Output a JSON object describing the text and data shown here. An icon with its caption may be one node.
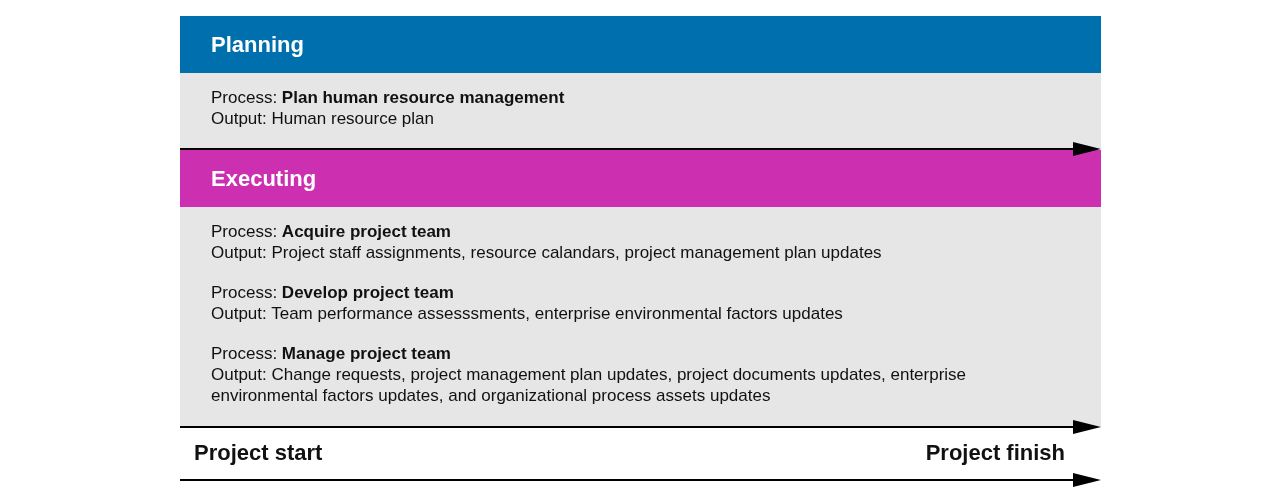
{
  "diagram": {
    "nodes": [
      {
        "text": [
          "Planning",
          "Process: **Plan human resource management**",
          "Output: Human resource plan"
        ]
      },
      {
        "text": [
          "Executing",
          "Process: **Acquire project team**",
          "Output: Project staff assignments, resource calandars, project management plan updates",
          "Process: **Develop project team**",
          "Output: Team performance assesssments, enterprise environmental factors updates",
          "Process: **Manage project team**",
          "Output: Change requests, project management plan updates, project documents updates, enterprise environmental factors updates, and organizational process assets updates"
        ]
      }
    ],
    "labels": [
      "Project start",
      "Project finish"
    ]
  }
}
